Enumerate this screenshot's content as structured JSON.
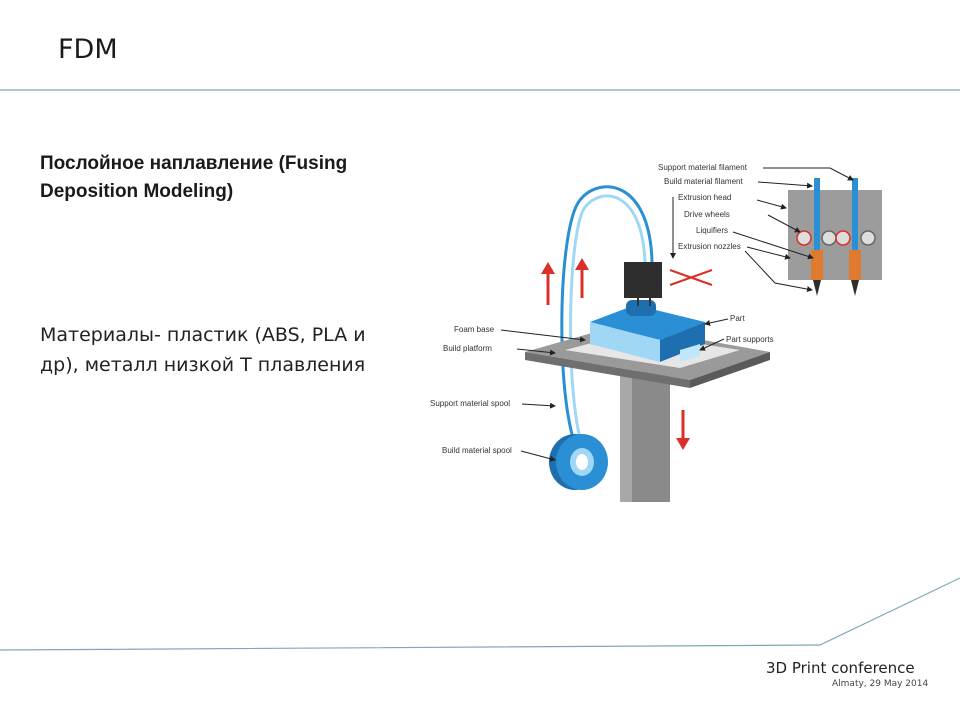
{
  "slide": {
    "title": "FDM",
    "subtitle": "Послойное наплавление (Fusing Deposition Modeling)",
    "materials": "Материалы- пластик (ABS, PLA и др), металл низкой Т плавления"
  },
  "diagram": {
    "labels": {
      "support_material_filament": "Support material filament",
      "build_material_filament": "Build material filament",
      "extrusion_head": "Extrusion head",
      "drive_wheels": "Drive wheels",
      "liquifiers": "Liquifiers",
      "extrusion_nozzles": "Extrusion nozzles",
      "part": "Part",
      "part_supports": "Part supports",
      "foam_base": "Foam base",
      "build_platform": "Build platform",
      "support_material_spool": "Support material spool",
      "build_material_spool": "Build material spool"
    }
  },
  "footer": {
    "conference": "3D Print conference",
    "date": "Almaty, 29 May 2014"
  },
  "colors": {
    "accent_line": "#7fa8b6",
    "blue": "#2b8fd6",
    "light_blue": "#9fd7f5",
    "gray": "#8a8a8a",
    "red": "#d9302a",
    "orange": "#e07a2e"
  }
}
